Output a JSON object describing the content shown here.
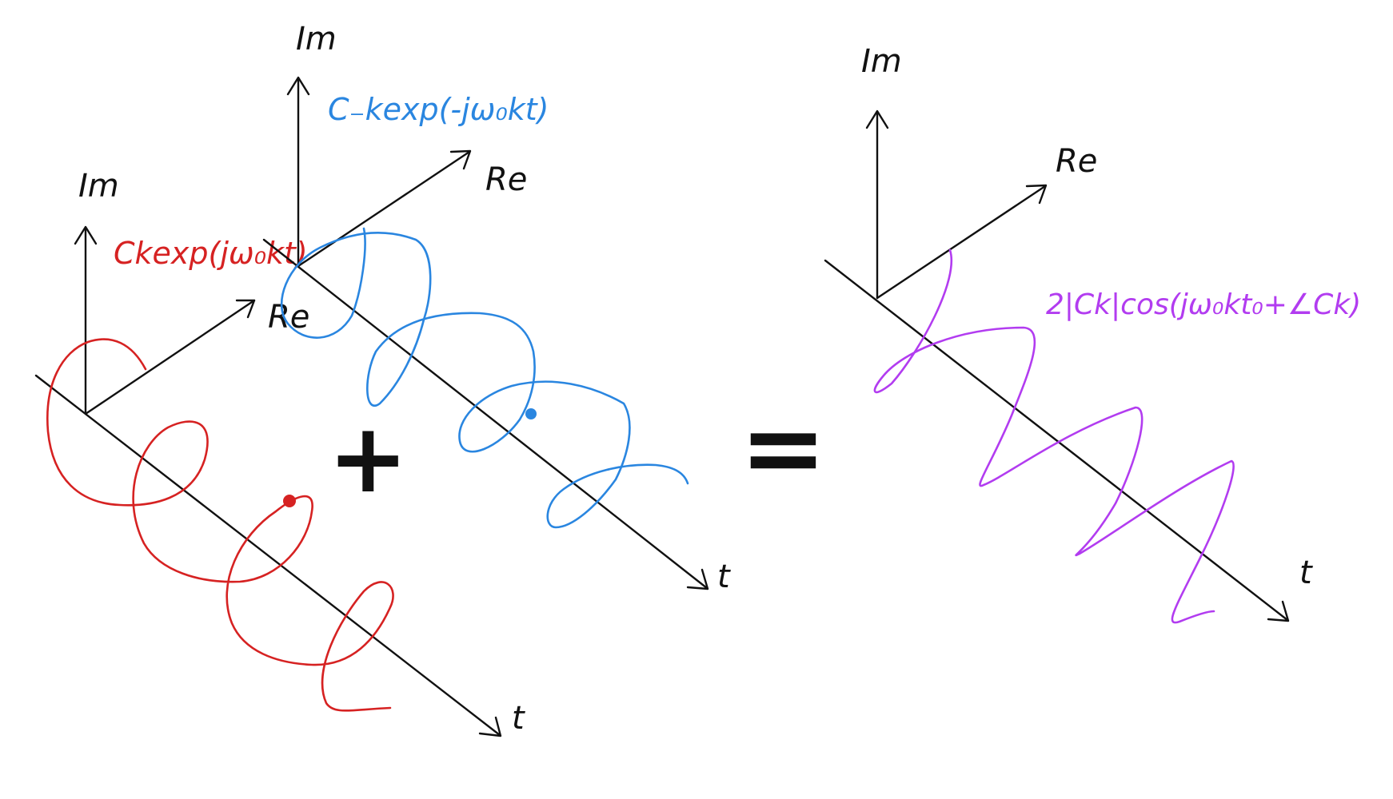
{
  "labels": {
    "im": "Im",
    "re": "Re",
    "t": "t",
    "plus": "+",
    "equals": "=",
    "red_term": "Ckexp(jω₀kt)",
    "blue_term": "C₋kexp(-jω₀kt)",
    "purple_term": "2|Ck|cos(jω₀kt₀+∠Ck)"
  },
  "colors": {
    "red": "#d62222",
    "blue": "#2a86e0",
    "purple": "#b23cf0",
    "axis": "#111111"
  }
}
